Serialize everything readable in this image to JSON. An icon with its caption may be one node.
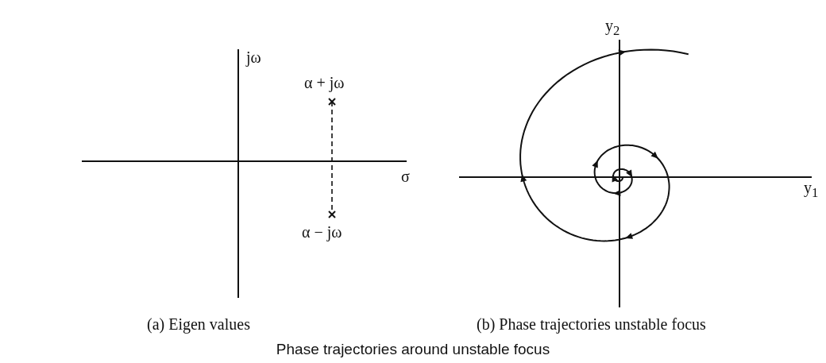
{
  "diagram": {
    "caption": "Phase trajectories around unstable focus",
    "labels": [
      "jω",
      "α + jω",
      "σ",
      "α − jω",
      "(a) Eigen values",
      "y$_{2}$",
      "y$_{1}$",
      "(b) Phase trajectories unstable focus"
    ]
  }
}
